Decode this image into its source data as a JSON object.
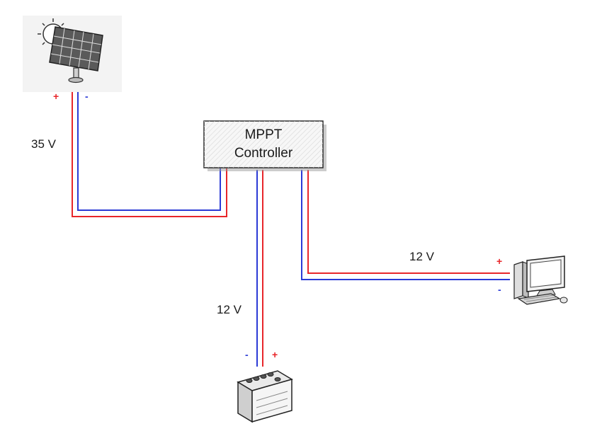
{
  "controller": {
    "line1": "MPPT",
    "line2": "Controller"
  },
  "panel": {
    "icon": "solar-panel-icon",
    "voltage": "35 V",
    "plus": "+",
    "minus": "-"
  },
  "battery": {
    "icon": "battery-icon",
    "voltage": "12 V",
    "plus": "+",
    "minus": "-"
  },
  "load": {
    "icon": "computer-icon",
    "voltage": "12 V",
    "plus": "+",
    "minus": "-"
  },
  "colors": {
    "positive_wire": "#e8262a",
    "negative_wire": "#2b3ad6"
  }
}
